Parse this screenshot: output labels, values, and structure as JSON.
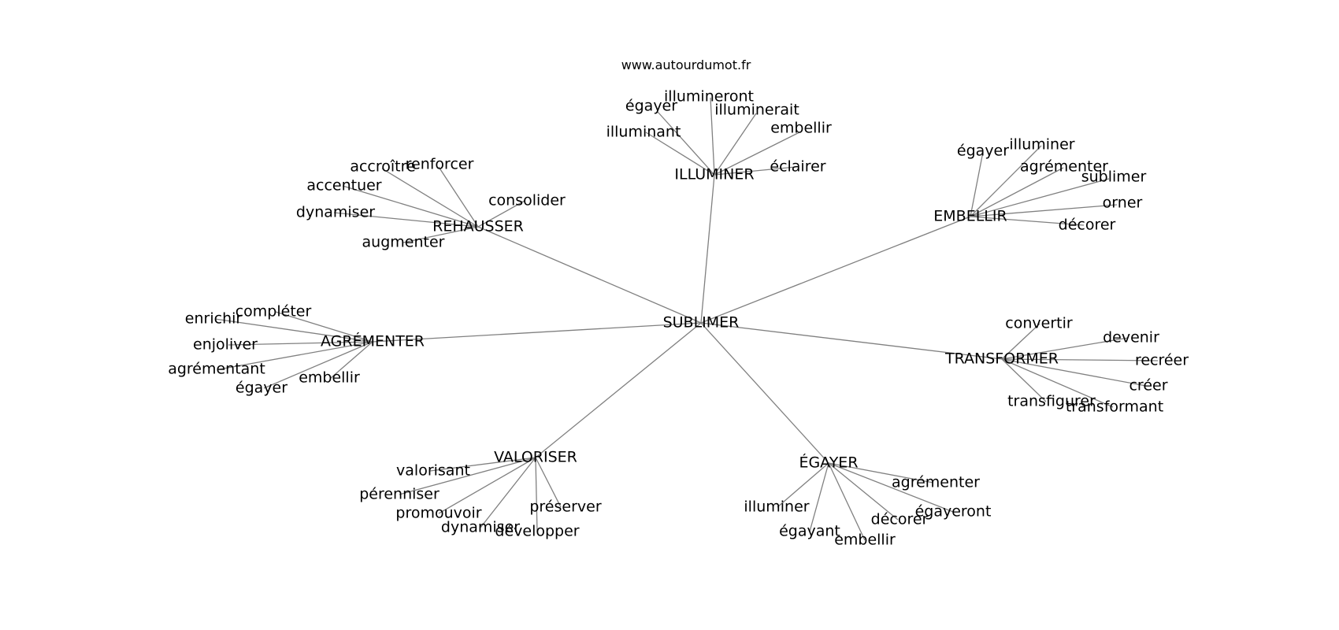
{
  "site": "www.autourdumot.fr",
  "edge_color": "#808080",
  "text_color": "#000000",
  "graph": {
    "center": "SUBLIMER",
    "branches": [
      {
        "label": "ILLUMINER",
        "children": [
          "égayer",
          "illumineront",
          "illuminerait",
          "embellir",
          "illuminant",
          "éclairer"
        ]
      },
      {
        "label": "EMBELLIR",
        "children": [
          "égayer",
          "illuminer",
          "agrémenter",
          "sublimer",
          "orner",
          "décorer"
        ]
      },
      {
        "label": "REHAUSSER",
        "children": [
          "accroître",
          "renforcer",
          "accentuer",
          "consolider",
          "dynamiser",
          "augmenter"
        ]
      },
      {
        "label": "AGRÉMENTER",
        "children": [
          "compléter",
          "enrichir",
          "enjoliver",
          "agrémentant",
          "embellir",
          "égayer"
        ]
      },
      {
        "label": "TRANSFORMER",
        "children": [
          "convertir",
          "devenir",
          "recréer",
          "créer",
          "transfigurer",
          "transformant"
        ]
      },
      {
        "label": "VALORISER",
        "children": [
          "valorisant",
          "pérenniser",
          "promouvoir",
          "préserver",
          "dynamiser",
          "développer"
        ]
      },
      {
        "label": "ÉGAYER",
        "children": [
          "agrémenter",
          "égayeront",
          "illuminer",
          "décorer",
          "égayant",
          "embellir"
        ]
      }
    ]
  }
}
